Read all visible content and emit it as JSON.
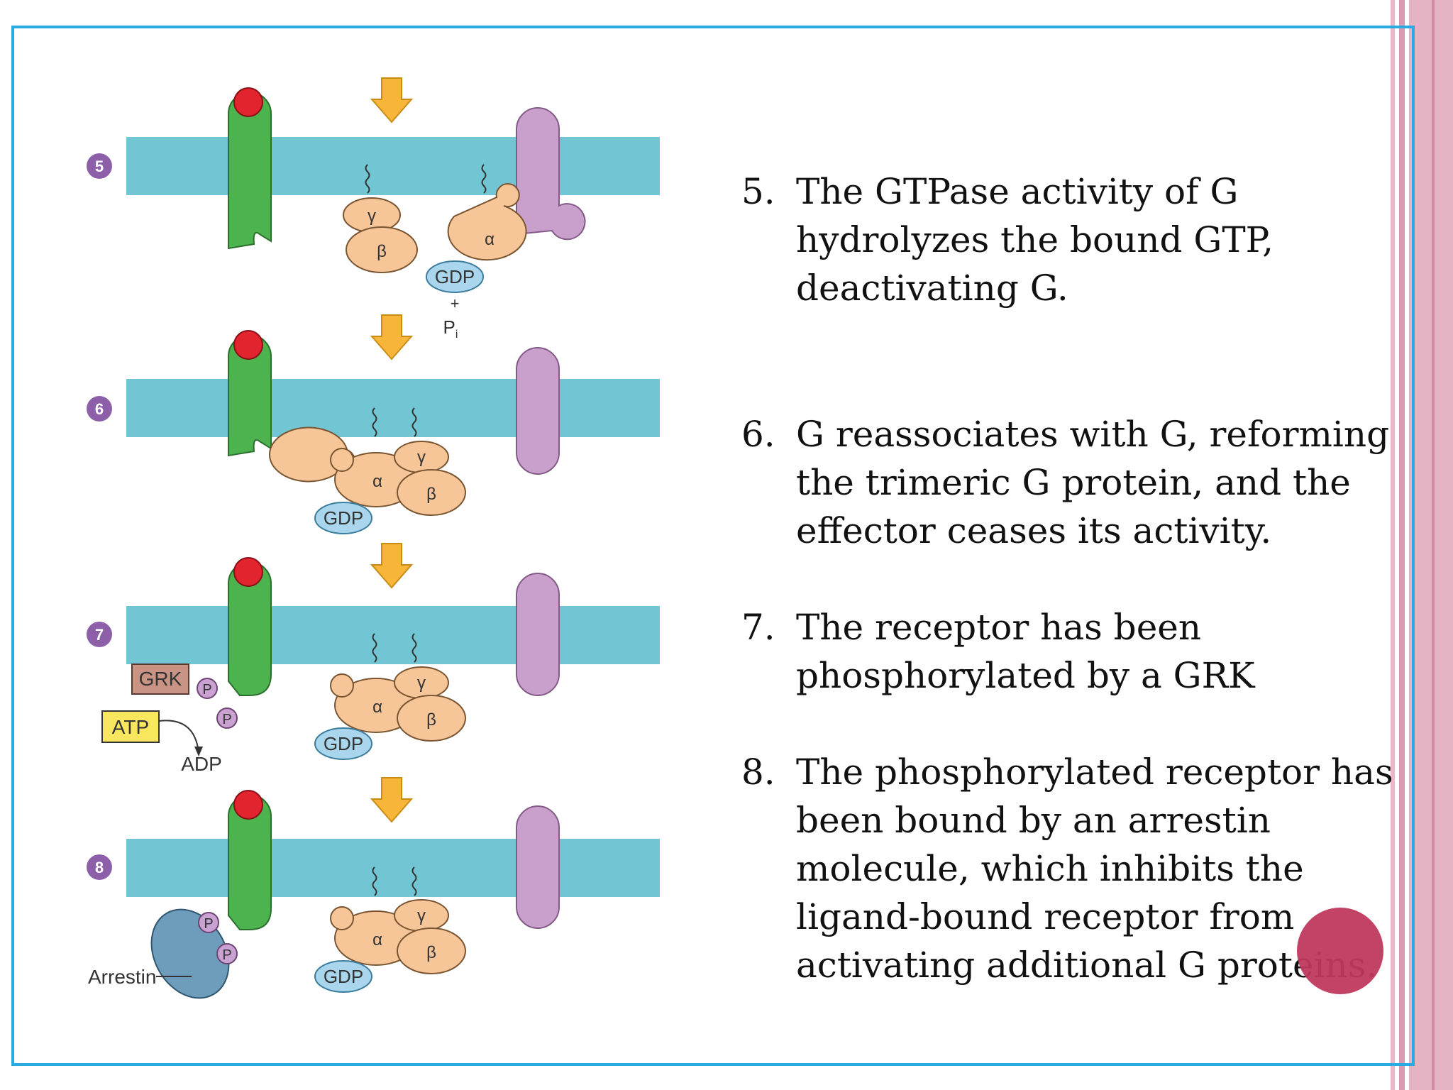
{
  "colors": {
    "membrane": "#72c5d3",
    "receptor": "#4db34f",
    "ligand": "#e2242e",
    "effector": "#c99fcc",
    "subunit": "#f6c598",
    "gdp": "#a9d6ec",
    "step_badge": "#8c5fa8",
    "arrow": "#f7b63a",
    "grk": "#c99484",
    "atp": "#f7e65e",
    "arrestin": "#6d9dbb",
    "phosphate": "#c9a2d2",
    "frame": "#29aae1",
    "accent_circle": "#c0395e"
  },
  "diagram": {
    "panels": [
      {
        "step": "5",
        "alpha": "α",
        "beta": "β",
        "gamma": "γ",
        "gdp": "GDP",
        "plus": "+",
        "pi": "P",
        "pi_sub": "i"
      },
      {
        "step": "6",
        "alpha": "α",
        "beta": "β",
        "gamma": "γ",
        "gdp": "GDP"
      },
      {
        "step": "7",
        "alpha": "α",
        "beta": "β",
        "gamma": "γ",
        "gdp": "GDP",
        "grk": "GRK",
        "atp": "ATP",
        "adp": "ADP",
        "p1": "P",
        "p2": "P"
      },
      {
        "step": "8",
        "alpha": "α",
        "beta": "β",
        "gamma": "γ",
        "gdp": "GDP",
        "arrestin": "Arrestin",
        "p1": "P",
        "p2": "P"
      }
    ]
  },
  "steps": [
    {
      "num": "5.",
      "lines": [
        "The GTPase activity of G",
        "hydrolyzes the bound GTP,",
        "deactivating G."
      ]
    },
    {
      "num": "6.",
      "lines": [
        "G reassociates with G, reforming",
        "the trimeric G protein, and the",
        "effector ceases its activity."
      ]
    },
    {
      "num": "7.",
      "lines": [
        "The receptor has been",
        "phosphorylated by a GRK"
      ]
    },
    {
      "num": "8.",
      "lines": [
        "The phosphorylated receptor has",
        "been bound by an arrestin",
        "molecule, which inhibits the",
        "ligand-bound receptor from",
        "activating additional G proteins."
      ]
    }
  ]
}
